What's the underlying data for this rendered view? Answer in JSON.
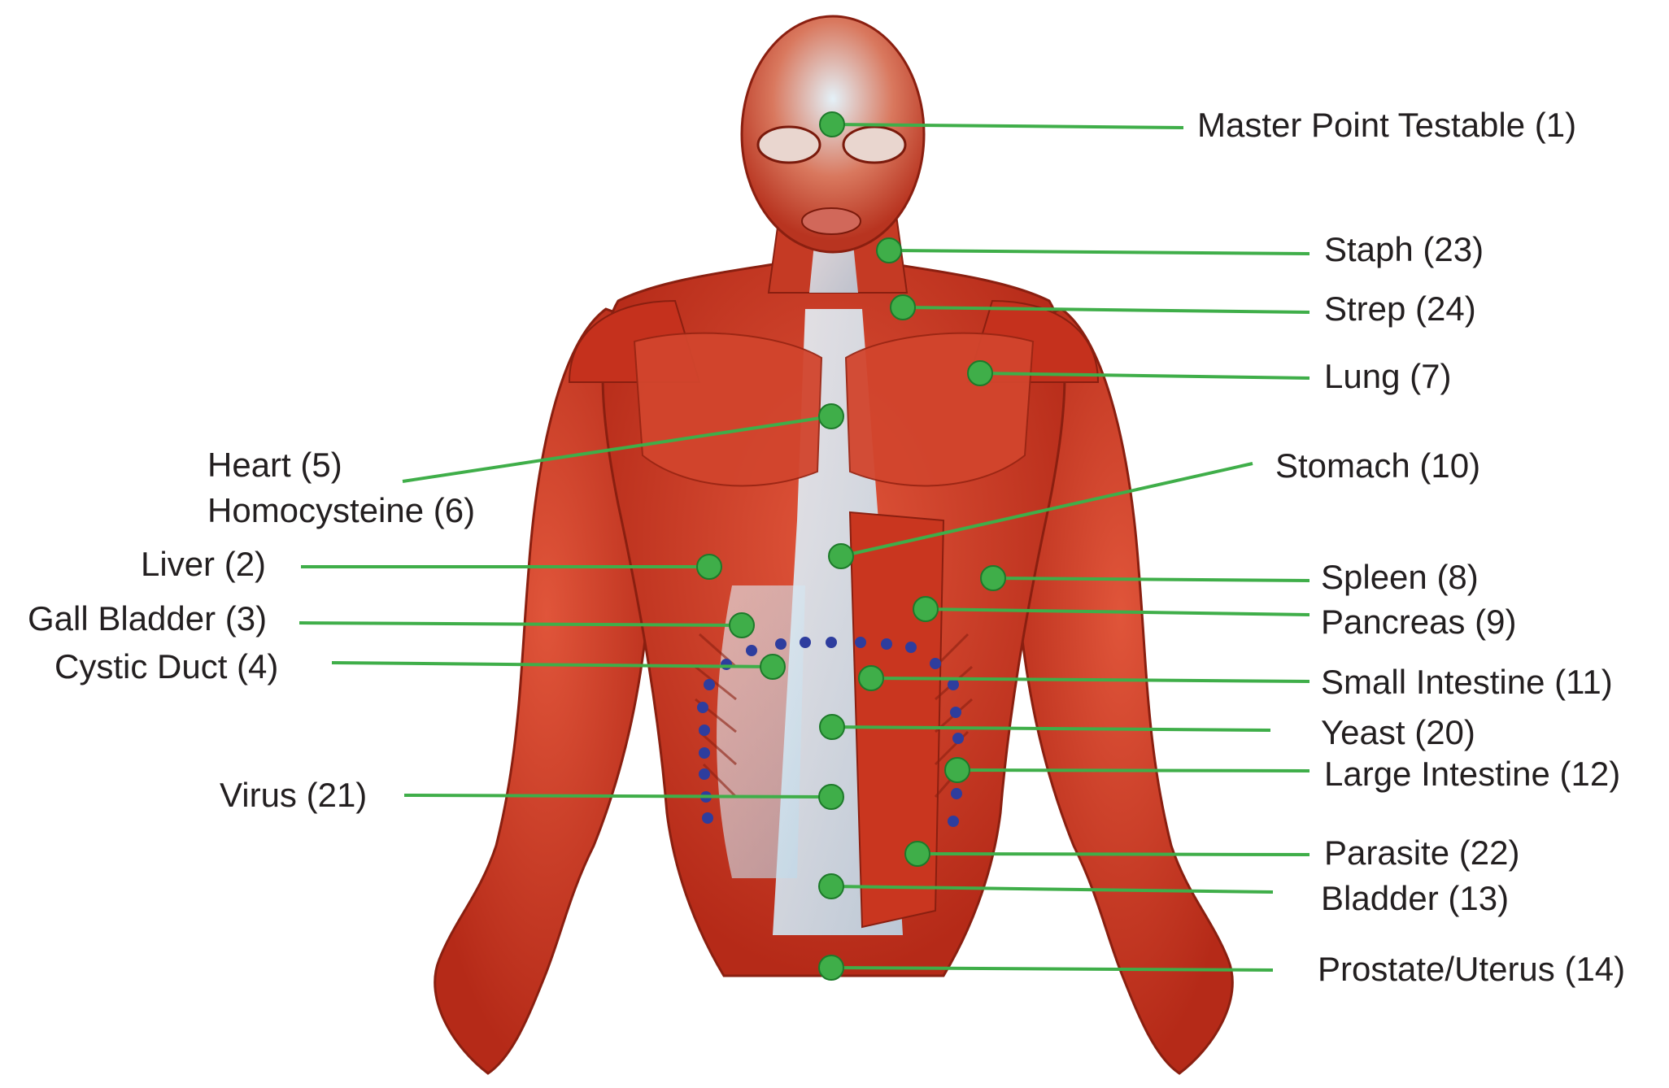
{
  "colors": {
    "muscle": "#cc3a26",
    "muscle_dark": "#9c2414",
    "muscle_light": "#e46c4e",
    "fascia": "#d7e9f3",
    "point_fill": "#3fae49",
    "point_stroke": "#1d7a2a",
    "leader": "#3fae49",
    "dotted_path": "#2e3d9e",
    "text": "#231f20"
  },
  "points": [
    {
      "id": "master-point",
      "label": "Master Point Testable (1)"
    },
    {
      "id": "staph",
      "label": "Staph (23)"
    },
    {
      "id": "strep",
      "label": "Strep (24)"
    },
    {
      "id": "lung",
      "label": "Lung (7)"
    },
    {
      "id": "heart",
      "label": "Heart (5)"
    },
    {
      "id": "homocysteine",
      "label": "Homocysteine (6)"
    },
    {
      "id": "stomach",
      "label": "Stomach (10)"
    },
    {
      "id": "liver",
      "label": "Liver (2)"
    },
    {
      "id": "spleen",
      "label": "Spleen (8)"
    },
    {
      "id": "gall-bladder",
      "label": "Gall Bladder (3)"
    },
    {
      "id": "pancreas",
      "label": "Pancreas (9)"
    },
    {
      "id": "cystic-duct",
      "label": "Cystic Duct (4)"
    },
    {
      "id": "small-intestine",
      "label": "Small Intestine (11)"
    },
    {
      "id": "yeast",
      "label": "Yeast (20)"
    },
    {
      "id": "large-intestine",
      "label": "Large Intestine (12)"
    },
    {
      "id": "virus",
      "label": "Virus (21)"
    },
    {
      "id": "parasite",
      "label": "Parasite (22)"
    },
    {
      "id": "bladder",
      "label": "Bladder (13)"
    },
    {
      "id": "prostate-uterus",
      "label": "Prostate/Uterus (14)"
    }
  ]
}
